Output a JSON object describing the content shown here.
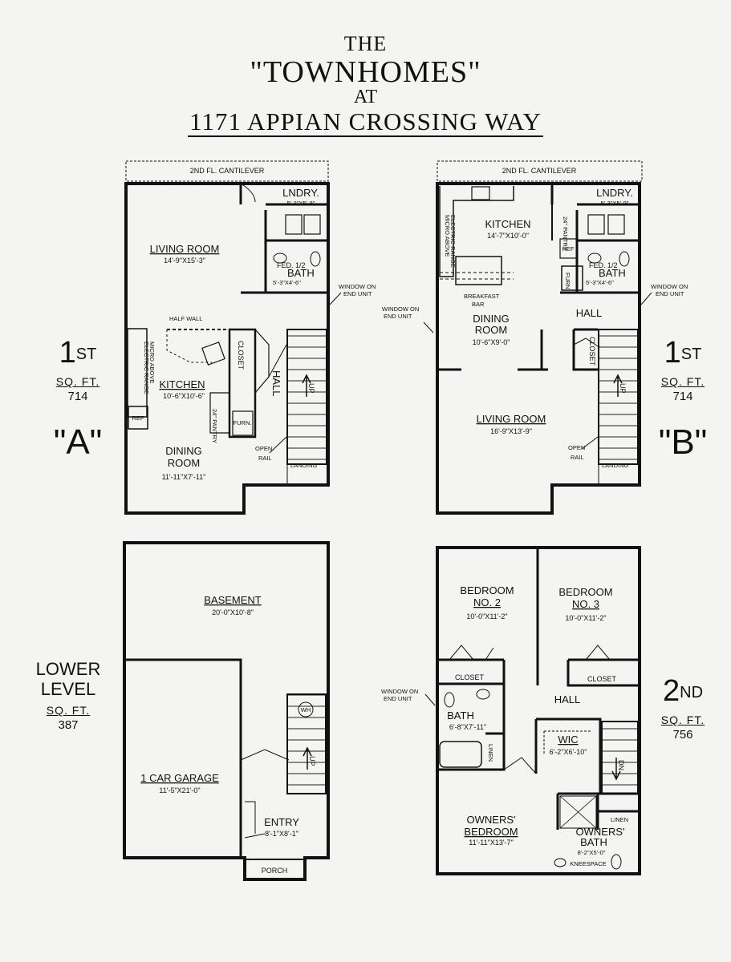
{
  "title": {
    "line1": "THE",
    "line2": "\"TOWNHOMES\"",
    "line3": "AT",
    "line4": "1171 APPIAN CROSSING WAY"
  },
  "plan_a": {
    "floor": "1",
    "floor_suffix": "ST",
    "sqft_label": "SQ. FT.",
    "sqft": "714",
    "letter": "\"A\"",
    "cantilever": "2ND FL. CANTILEVER",
    "laundry": {
      "name": "LNDRY.",
      "dim": "5'-3\"X5'-8\""
    },
    "living": {
      "name": "LIVING ROOM",
      "dim": "14'-9\"X15'-3\""
    },
    "bath": {
      "name": "FED. 1/2",
      "name2": "BATH",
      "dim": "5'-3\"X4'-6\""
    },
    "window": {
      "line1": "WINDOW ON",
      "line2": "END UNIT"
    },
    "half_wall": "HALF WALL",
    "kitchen": {
      "name": "KITCHEN",
      "dim": "10'-6\"X10'-6\""
    },
    "range": "ELECTRIC RANGE",
    "micro": "MICRO ABOVE",
    "ref": "REF",
    "pantry": "24\" PANTRY",
    "closet": "CLOSET",
    "furn": "FURN.",
    "hall": "HALL",
    "up": "UP",
    "open_rail": {
      "line1": "OPEN",
      "line2": "RAIL"
    },
    "landing": "LANDING",
    "dining": {
      "name": "DINING",
      "name2": "ROOM",
      "dim": "11'-11\"X7'-11\""
    }
  },
  "plan_b": {
    "floor": "1",
    "floor_suffix": "ST",
    "sqft_label": "SQ. FT.",
    "sqft": "714",
    "letter": "\"B\"",
    "cantilever": "2ND FL. CANTILEVER",
    "laundry": {
      "name": "LNDRY.",
      "dim": "5'-3\"X5'-9\""
    },
    "kitchen": {
      "name": "KITCHEN",
      "dim": "14'-7\"X10'-0\""
    },
    "range": "ELECTRIC RANGE",
    "micro": "MICRO ABOVE",
    "pantry": "24\" PANTRY",
    "ref": "REF",
    "bath": {
      "name": "FED. 1/2",
      "name2": "BATH",
      "dim": "5'-3\"X4'-6\""
    },
    "furn": "FURN.",
    "window_left": {
      "line1": "WINDOW ON",
      "line2": "END UNIT"
    },
    "window_right": {
      "line1": "WINDOW ON",
      "line2": "END UNIT"
    },
    "breakfast": {
      "line1": "BREAKFAST",
      "line2": "BAR"
    },
    "dining": {
      "name": "DINING",
      "name2": "ROOM",
      "dim": "10'-6\"X9'-0\""
    },
    "hall": "HALL",
    "closet": "CLOSET",
    "up": "UP",
    "living": {
      "name": "LIVING ROOM",
      "dim": "16'-9\"X13'-9\""
    },
    "open_rail": {
      "line1": "OPEN",
      "line2": "RAIL"
    },
    "landing": "LANDING"
  },
  "plan_lower": {
    "level_line1": "LOWER",
    "level_line2": "LEVEL",
    "sqft_label": "SQ. FT.",
    "sqft": "387",
    "basement": {
      "name": "BASEMENT",
      "dim": "20'-0\"X10'-8\""
    },
    "wh": "WH",
    "up": "UP",
    "garage": {
      "name": "1 CAR GARAGE",
      "dim": "11'-5\"X21'-0\""
    },
    "entry": {
      "name": "ENTRY",
      "dim": "8'-1\"X8'-1\""
    },
    "porch": "PORCH"
  },
  "plan_second": {
    "floor": "2",
    "floor_suffix": "ND",
    "sqft_label": "SQ. FT.",
    "sqft": "756",
    "bedroom2": {
      "name": "BEDROOM",
      "name2": "NO. 2",
      "dim": "10'-0\"X11'-2\""
    },
    "bedroom3": {
      "name": "BEDROOM",
      "name2": "NO. 3",
      "dim": "10'-0\"X11'-2\""
    },
    "closet_left": "CLOSET",
    "closet_right": "CLOSET",
    "hall": "HALL",
    "window": {
      "line1": "WINDOW ON",
      "line2": "END UNIT"
    },
    "bath": {
      "name": "BATH",
      "dim": "6'-8\"X7'-11\""
    },
    "linen": "LINEN",
    "wic": {
      "name": "WIC",
      "dim": "6'-2\"X6'-10\""
    },
    "dn": "DN",
    "owners_bedroom": {
      "name": "OWNERS'",
      "name2": "BEDROOM",
      "dim": "11'-11\"X13'-7\""
    },
    "linen2": "LINEN",
    "owners_bath": {
      "name": "OWNERS'",
      "name2": "BATH",
      "dim": "8'-2\"X5'-0\""
    },
    "kneespace": "KNEESPACE"
  }
}
